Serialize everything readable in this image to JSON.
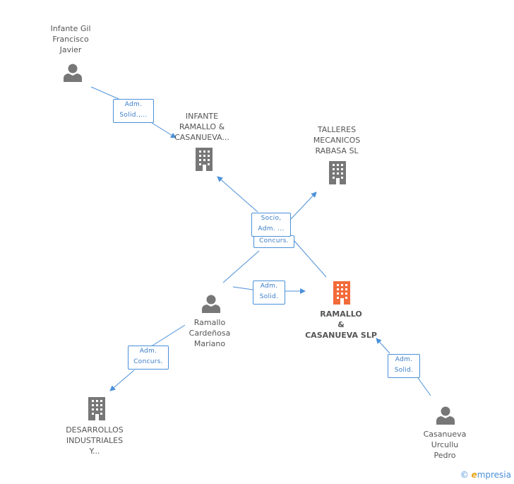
{
  "nodes": {
    "infante_gil": [
      "Infante Gil",
      "Francisco",
      "Javier"
    ],
    "infante_ramallo": [
      "INFANTE",
      "RAMALLO &",
      "CASANUEVA..."
    ],
    "talleres": [
      "TALLERES",
      "MECANICOS",
      "RABASA SL"
    ],
    "ramallo_main": [
      "RAMALLO",
      "&",
      "CASANUEVA SLP"
    ],
    "ramallo_cardenosa": [
      "Ramallo",
      "Cardeñosa",
      "Mariano"
    ],
    "desarrollos": [
      "DESARROLLOS",
      "INDUSTRIALES",
      "Y..."
    ],
    "casanueva": [
      "Casanueva",
      "Urcullu",
      "Pedro"
    ]
  },
  "relations": {
    "r1": [
      "Adm.",
      "Solid.,..."
    ],
    "r2": [
      "Socio,",
      "Adm. ..."
    ],
    "r3": [
      "Concurs."
    ],
    "r4": [
      "Adm.",
      "Solid."
    ],
    "r5": [
      "Adm.",
      "Concurs."
    ],
    "r6": [
      "Adm.",
      "Solid."
    ]
  },
  "colors": {
    "person": "#777777",
    "company": "#777777",
    "main_company": "#f26b3a",
    "edge": "#4a90d9"
  },
  "brand": {
    "copyright": "©",
    "e": "e",
    "rest": "mpresia"
  }
}
